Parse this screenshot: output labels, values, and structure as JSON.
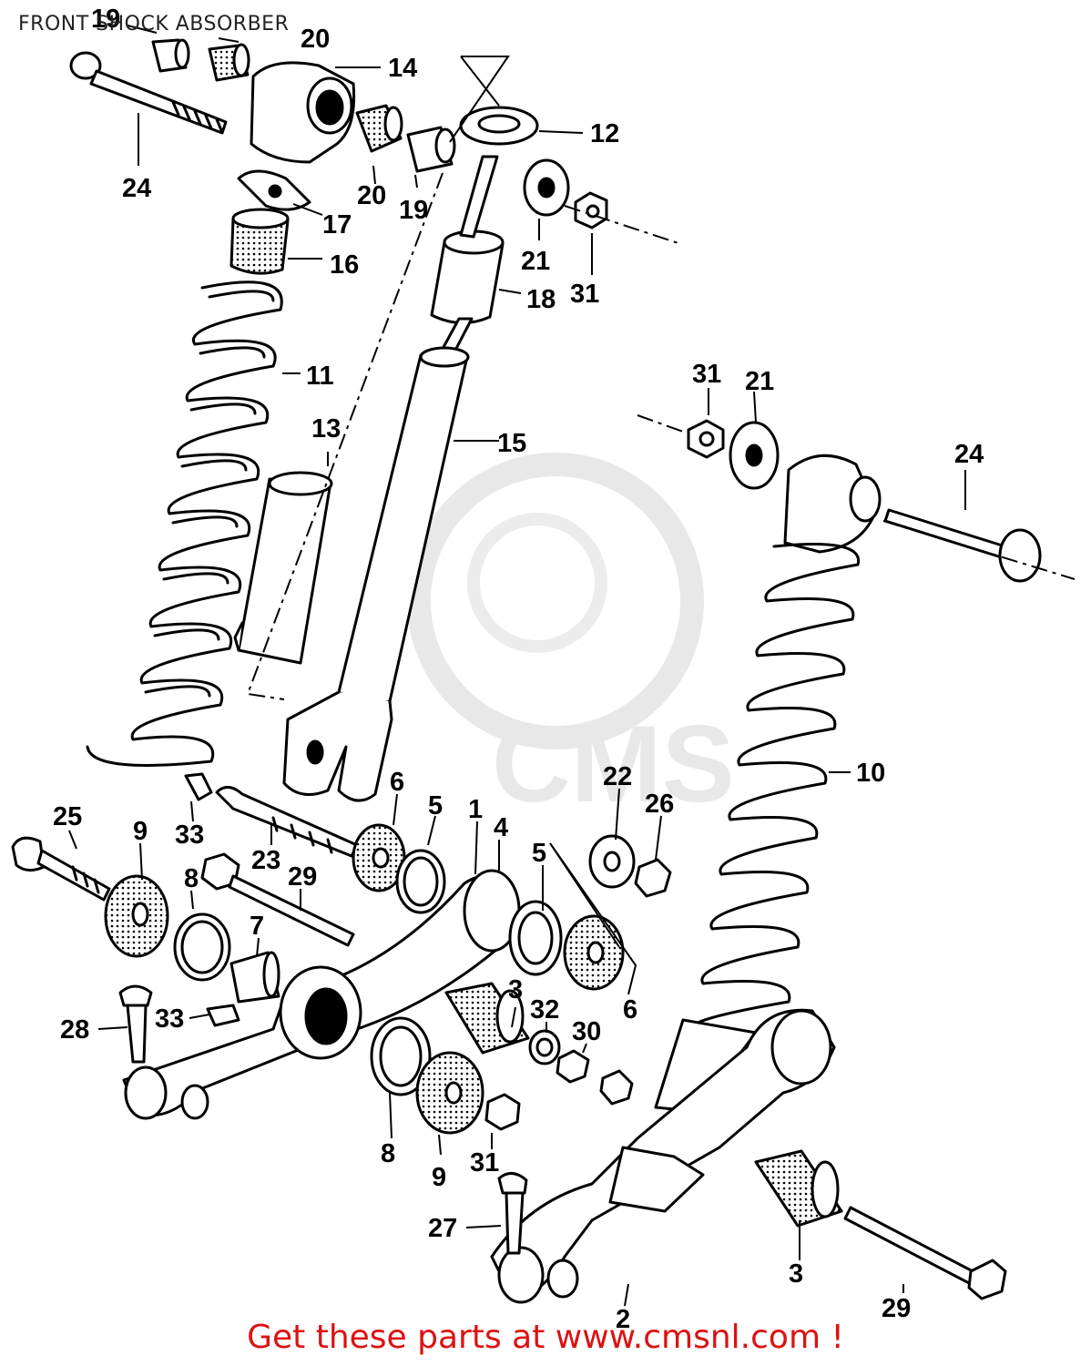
{
  "title": "FRONT SHOCK ABSORBER",
  "footer": "Get these parts at www.cmsnl.com !",
  "colors": {
    "ink": "#000000",
    "footer": "#dd1111",
    "watermark": "#e6e6e6"
  },
  "callouts": {
    "c19a": "19",
    "c20a": "20",
    "c14": "14",
    "c24a": "24",
    "c12": "12",
    "c20b": "20",
    "c19b": "19",
    "c17": "17",
    "c16": "16",
    "c21a": "21",
    "c31a": "31",
    "c18": "18",
    "c11": "11",
    "c13": "13",
    "c15": "15",
    "c31b": "31",
    "c21b": "21",
    "c24b": "24",
    "c10": "10",
    "c6a": "6",
    "c5a": "5",
    "c1": "1",
    "c4": "4",
    "c22": "22",
    "c26": "26",
    "c25": "25",
    "c9a": "9",
    "c33a": "33",
    "c23": "23",
    "c8a": "8",
    "c29a": "29",
    "c5b": "5",
    "c7": "7",
    "c6b": "6",
    "c28": "28",
    "c33b": "33",
    "c3a": "3",
    "c32": "32",
    "c30": "30",
    "c8b": "8",
    "c9b": "9",
    "c31c": "31",
    "c27": "27",
    "c3b": "3",
    "c29b": "29",
    "c2": "2"
  }
}
